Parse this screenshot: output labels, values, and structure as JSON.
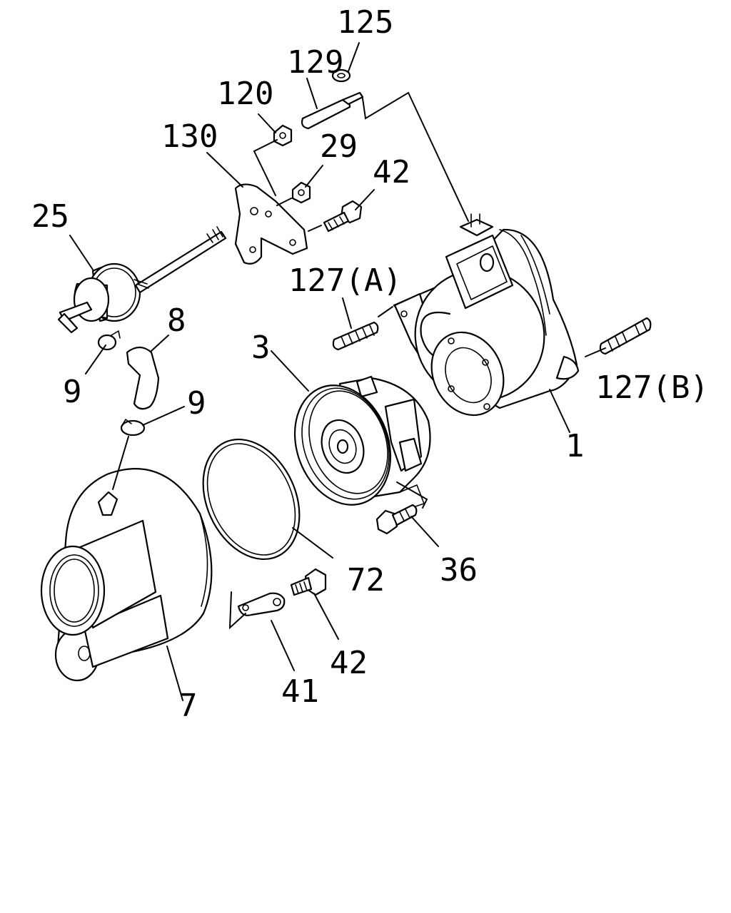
{
  "callouts": {
    "p125": "125",
    "p129": "129",
    "p120": "120",
    "p130": "130",
    "p29": "29",
    "p42a": "42",
    "p25": "25",
    "p127a": "127(A)",
    "p8": "8",
    "p3": "3",
    "p9a": "9",
    "p9b": "9",
    "p127b": "127(B)",
    "p1": "1",
    "p72": "72",
    "p36": "36",
    "p42b": "42",
    "p41": "41",
    "p7": "7"
  }
}
